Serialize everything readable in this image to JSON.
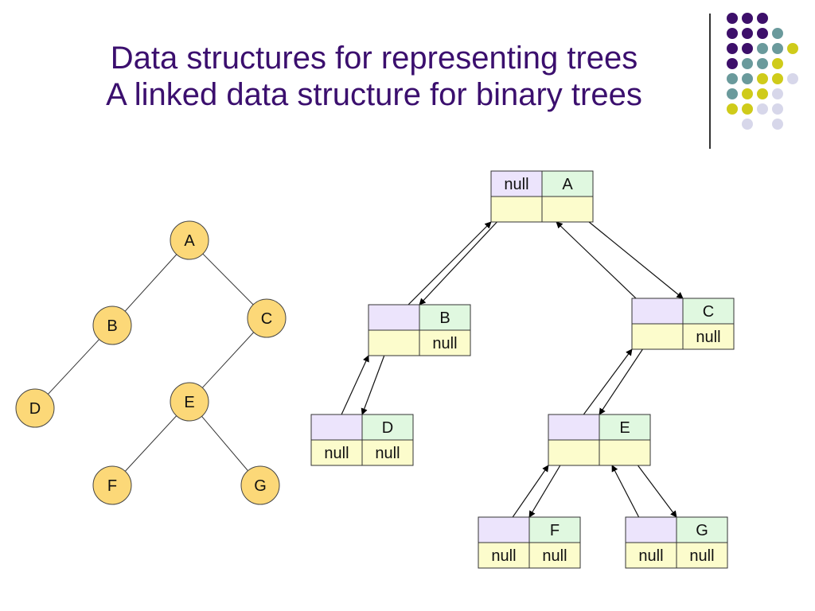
{
  "slide": {
    "title_line1": "Data structures for representing trees",
    "title_line2": "A linked data structure for binary trees"
  },
  "colors": {
    "title": "#3b0f6e",
    "tree_node_fill": "#fcd878",
    "parent_cell": "#ece4fc",
    "key_cell": "#e0f8e0",
    "child_cell": "#fcfccc",
    "dot_purple": "#3d0f6a",
    "dot_teal": "#6a9a9c",
    "dot_yellow": "#cfcb1a",
    "dot_lavender": "#d7d7ea"
  },
  "tree": {
    "nodes": [
      {
        "id": "A",
        "label": "A"
      },
      {
        "id": "B",
        "label": "B"
      },
      {
        "id": "C",
        "label": "C"
      },
      {
        "id": "D",
        "label": "D"
      },
      {
        "id": "E",
        "label": "E"
      },
      {
        "id": "F",
        "label": "F"
      },
      {
        "id": "G",
        "label": "G"
      }
    ],
    "edges": [
      [
        "A",
        "B"
      ],
      [
        "A",
        "C"
      ],
      [
        "B",
        "D"
      ],
      [
        "C",
        "E"
      ],
      [
        "E",
        "F"
      ],
      [
        "E",
        "G"
      ]
    ]
  },
  "linked": {
    "nodes": [
      {
        "id": "A",
        "parent": "null",
        "key": "A",
        "left": "",
        "right": ""
      },
      {
        "id": "B",
        "parent": "",
        "key": "B",
        "left": "",
        "right": "null"
      },
      {
        "id": "C",
        "parent": "",
        "key": "C",
        "left": "",
        "right": "null"
      },
      {
        "id": "D",
        "parent": "",
        "key": "D",
        "left": "null",
        "right": "null"
      },
      {
        "id": "E",
        "parent": "",
        "key": "E",
        "left": "",
        "right": ""
      },
      {
        "id": "F",
        "parent": "",
        "key": "F",
        "left": "null",
        "right": "null"
      },
      {
        "id": "G",
        "parent": "",
        "key": "G",
        "left": "null",
        "right": "null"
      }
    ],
    "links": [
      {
        "from": "B",
        "to": "A",
        "kind": "parent"
      },
      {
        "from": "A",
        "to": "B",
        "kind": "left"
      },
      {
        "from": "C",
        "to": "A",
        "kind": "parent"
      },
      {
        "from": "A",
        "to": "C",
        "kind": "right"
      },
      {
        "from": "D",
        "to": "B",
        "kind": "parent"
      },
      {
        "from": "B",
        "to": "D",
        "kind": "left"
      },
      {
        "from": "E",
        "to": "C",
        "kind": "parent"
      },
      {
        "from": "C",
        "to": "E",
        "kind": "left"
      },
      {
        "from": "F",
        "to": "E",
        "kind": "parent"
      },
      {
        "from": "E",
        "to": "F",
        "kind": "left"
      },
      {
        "from": "G",
        "to": "E",
        "kind": "parent"
      },
      {
        "from": "E",
        "to": "G",
        "kind": "right"
      }
    ]
  },
  "decoration": {
    "dot_grid": [
      [
        "purple",
        "purple",
        "purple",
        "",
        "",
        ""
      ],
      [
        "purple",
        "purple",
        "purple",
        "teal",
        "",
        ""
      ],
      [
        "purple",
        "purple",
        "teal",
        "teal",
        "yellow",
        ""
      ],
      [
        "purple",
        "teal",
        "teal",
        "yellow",
        "",
        ""
      ],
      [
        "teal",
        "teal",
        "yellow",
        "yellow",
        "lavender",
        ""
      ],
      [
        "teal",
        "yellow",
        "yellow",
        "lavender",
        "",
        ""
      ],
      [
        "yellow",
        "yellow",
        "lavender",
        "lavender",
        "",
        ""
      ],
      [
        "",
        "lavender",
        "",
        "lavender",
        "",
        ""
      ]
    ]
  }
}
